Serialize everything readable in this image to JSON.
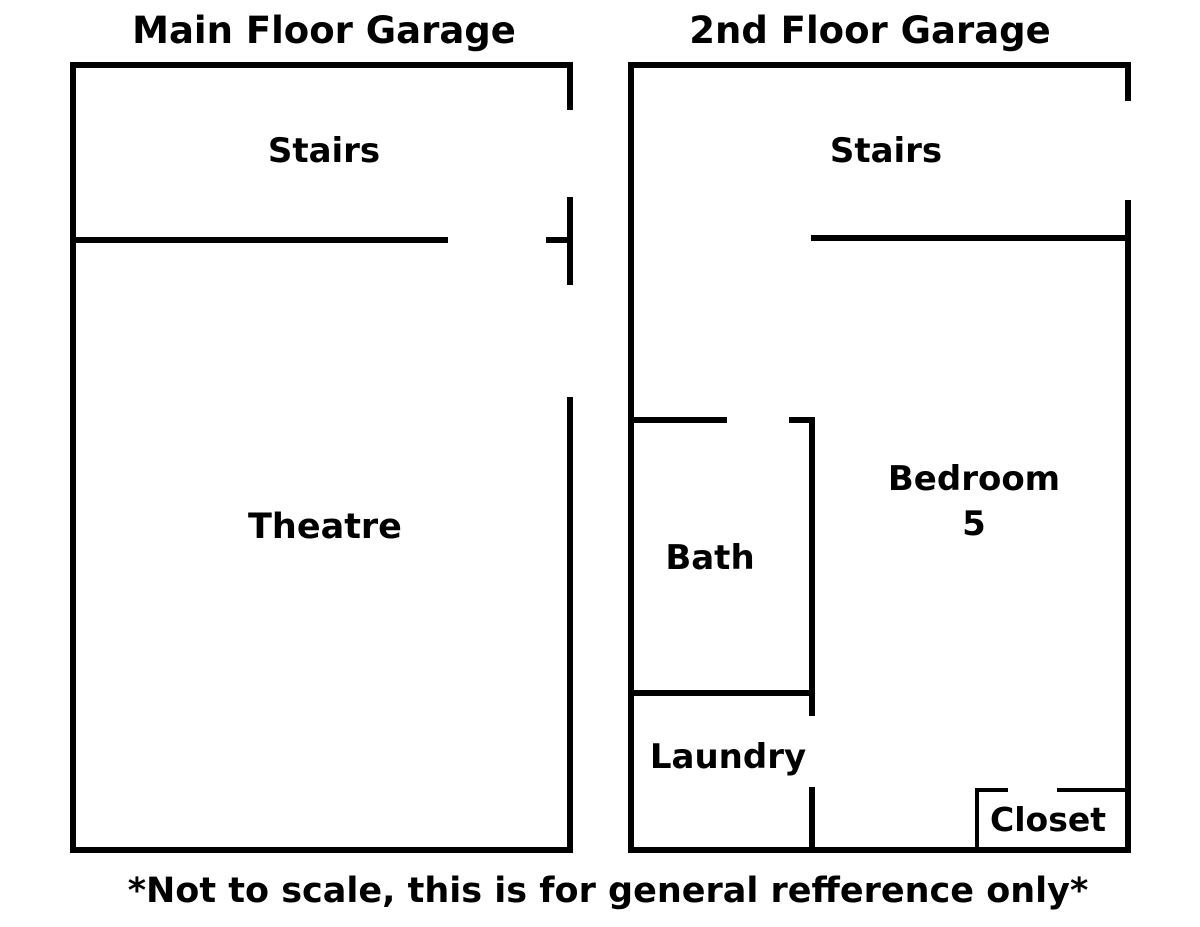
{
  "titles": {
    "left": "Main Floor Garage",
    "right": "2nd Floor Garage"
  },
  "rooms": {
    "main_stairs": "Stairs",
    "theatre": "Theatre",
    "upper_stairs": "Stairs",
    "bedroom": "Bedroom",
    "bedroom_number": "5",
    "bath": "Bath",
    "laundry": "Laundry",
    "closet": "Closet"
  },
  "footnote": "*Not to scale, this is for general refference only*",
  "colors": {
    "wall": "#000000",
    "background": "#ffffff"
  }
}
